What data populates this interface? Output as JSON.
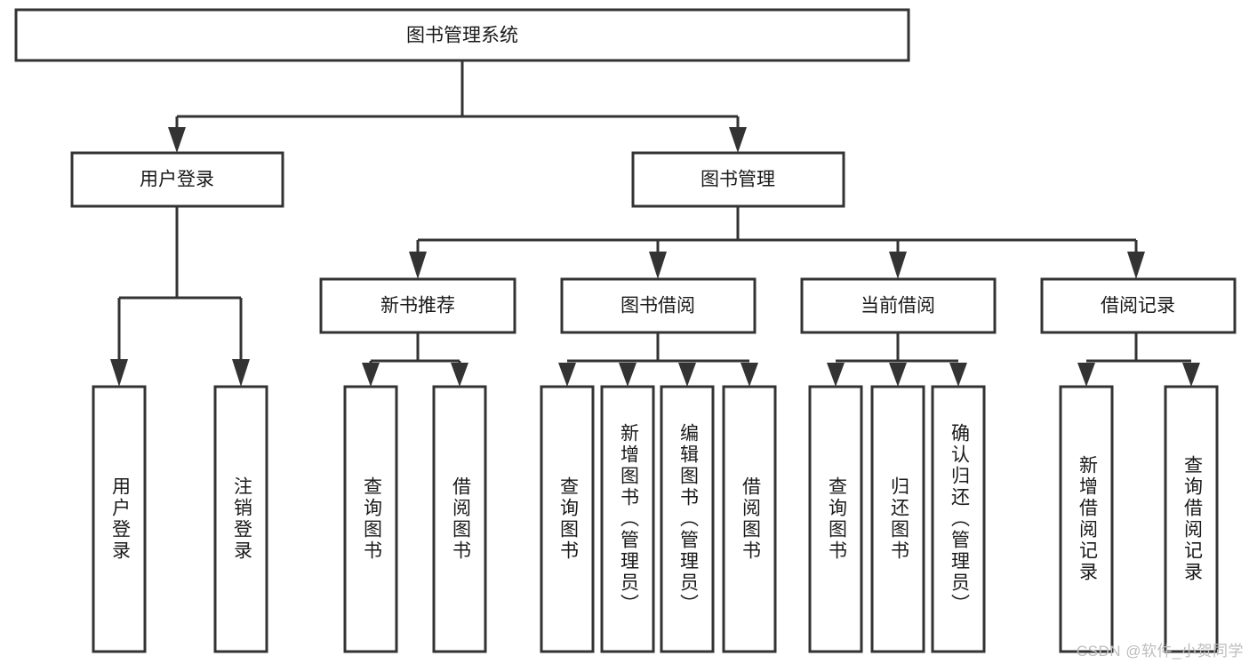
{
  "diagram": {
    "type": "tree",
    "title": "图书管理系统",
    "watermark": "CSDN @软件_小贺同学",
    "root": {
      "id": "root",
      "label": "图书管理系统",
      "orientation": "horizontal"
    },
    "level2": [
      {
        "id": "user-login",
        "label": "用户登录",
        "orientation": "horizontal"
      },
      {
        "id": "book-manage",
        "label": "图书管理",
        "orientation": "horizontal"
      }
    ],
    "level3": [
      {
        "id": "new-book-recommend",
        "label": "新书推荐",
        "parent": "book-manage",
        "orientation": "horizontal"
      },
      {
        "id": "book-borrow",
        "label": "图书借阅",
        "parent": "book-manage",
        "orientation": "horizontal"
      },
      {
        "id": "current-borrow",
        "label": "当前借阅",
        "parent": "book-manage",
        "orientation": "horizontal"
      },
      {
        "id": "borrow-record",
        "label": "借阅记录",
        "parent": "book-manage",
        "orientation": "horizontal"
      }
    ],
    "leaves": [
      {
        "id": "leaf-user-login",
        "label": "用户登录",
        "parent": "user-login",
        "orientation": "vertical"
      },
      {
        "id": "leaf-user-logout",
        "label": "注销登录",
        "parent": "user-login",
        "orientation": "vertical"
      },
      {
        "id": "leaf-rec-query-book",
        "label": "查询图书",
        "parent": "new-book-recommend",
        "orientation": "vertical"
      },
      {
        "id": "leaf-rec-borrow-book",
        "label": "借阅图书",
        "parent": "new-book-recommend",
        "orientation": "vertical"
      },
      {
        "id": "leaf-borrow-query-book",
        "label": "查询图书",
        "parent": "book-borrow",
        "orientation": "vertical"
      },
      {
        "id": "leaf-borrow-add-book",
        "label": "新增图书（管理员）",
        "parent": "book-borrow",
        "orientation": "vertical"
      },
      {
        "id": "leaf-borrow-edit-book",
        "label": "编辑图书（管理员）",
        "parent": "book-borrow",
        "orientation": "vertical"
      },
      {
        "id": "leaf-borrow-borrow-book",
        "label": "借阅图书",
        "parent": "book-borrow",
        "orientation": "vertical"
      },
      {
        "id": "leaf-cur-query-book",
        "label": "查询图书",
        "parent": "current-borrow",
        "orientation": "vertical"
      },
      {
        "id": "leaf-cur-return-book",
        "label": "归还图书",
        "parent": "current-borrow",
        "orientation": "vertical"
      },
      {
        "id": "leaf-cur-confirm-return",
        "label": "确认归还（管理员）",
        "parent": "current-borrow",
        "orientation": "vertical"
      },
      {
        "id": "leaf-rec-add-record",
        "label": "新增借阅记录",
        "parent": "borrow-record",
        "orientation": "vertical"
      },
      {
        "id": "leaf-rec-query-record",
        "label": "查询借阅记录",
        "parent": "borrow-record",
        "orientation": "vertical"
      }
    ],
    "colors": {
      "box_stroke": "#333333",
      "box_fill": "#ffffff",
      "text": "#1a1a1a",
      "connector": "#333333",
      "background": "#ffffff",
      "watermark": "#bdbdbd"
    }
  }
}
